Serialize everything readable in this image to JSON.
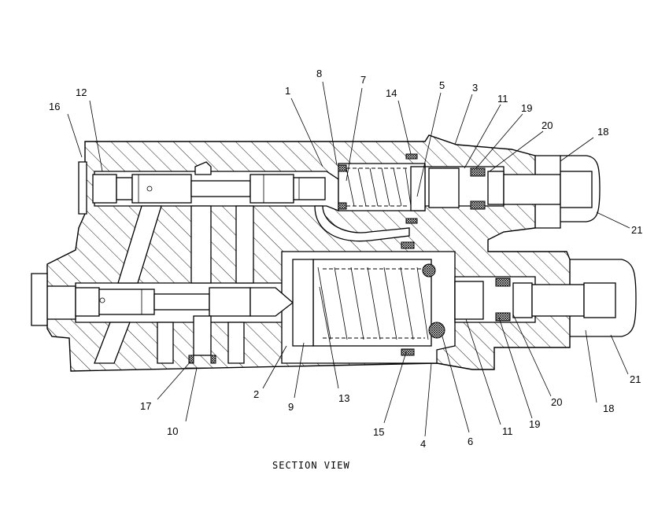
{
  "caption": "SECTION VIEW",
  "callouts": [
    {
      "id": "c16",
      "text": "16"
    },
    {
      "id": "c12",
      "text": "12"
    },
    {
      "id": "c1",
      "text": "1"
    },
    {
      "id": "c8",
      "text": "8"
    },
    {
      "id": "c7",
      "text": "7"
    },
    {
      "id": "c14",
      "text": "14"
    },
    {
      "id": "c5",
      "text": "5"
    },
    {
      "id": "c3",
      "text": "3"
    },
    {
      "id": "c11a",
      "text": "11"
    },
    {
      "id": "c19a",
      "text": "19"
    },
    {
      "id": "c20a",
      "text": "20"
    },
    {
      "id": "c18a",
      "text": "18"
    },
    {
      "id": "c21a",
      "text": "21"
    },
    {
      "id": "c17",
      "text": "17"
    },
    {
      "id": "c10",
      "text": "10"
    },
    {
      "id": "c2",
      "text": "2"
    },
    {
      "id": "c9",
      "text": "9"
    },
    {
      "id": "c13",
      "text": "13"
    },
    {
      "id": "c15",
      "text": "15"
    },
    {
      "id": "c4",
      "text": "4"
    },
    {
      "id": "c6",
      "text": "6"
    },
    {
      "id": "c11b",
      "text": "11"
    },
    {
      "id": "c19b",
      "text": "19"
    },
    {
      "id": "c20b",
      "text": "20"
    },
    {
      "id": "c18b",
      "text": "18"
    },
    {
      "id": "c21b",
      "text": "21"
    }
  ]
}
